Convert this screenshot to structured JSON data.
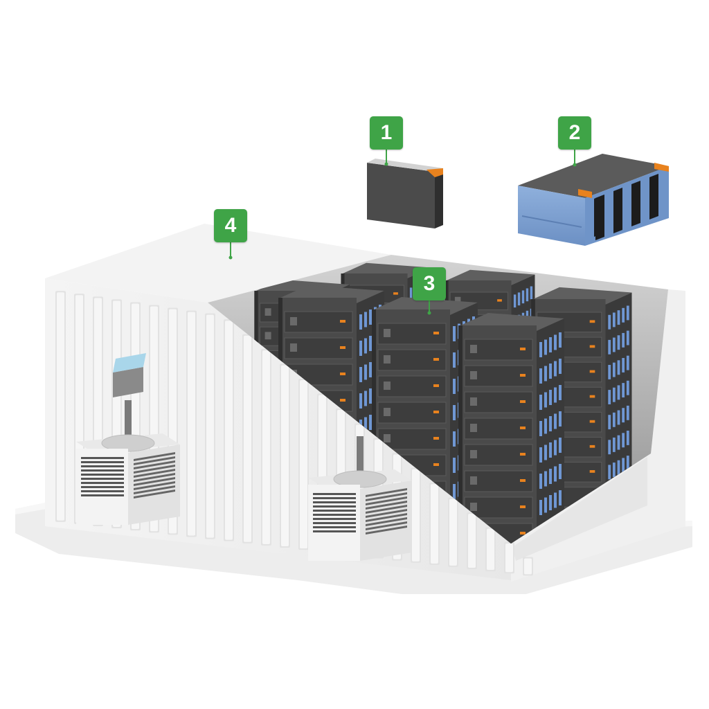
{
  "colors": {
    "callout": "#3fa447",
    "container": "#f1f1f1",
    "rack": "#4a4a4a",
    "drive_accent": "#6f97d4",
    "orange_accent": "#e8821e",
    "module_side": "#6e93c6"
  },
  "callouts": [
    {
      "id": "1",
      "label": "1",
      "target": "battery-cell"
    },
    {
      "id": "2",
      "label": "2",
      "target": "battery-module"
    },
    {
      "id": "3",
      "label": "3",
      "target": "battery-rack"
    },
    {
      "id": "4",
      "label": "4",
      "target": "container-enclosure"
    }
  ],
  "parts": {
    "cell": "battery-cell-icon",
    "module": "battery-module-icon",
    "racks": "battery-rack-icon",
    "container": "container-enclosure-icon",
    "hvac": "hvac-unit-icon"
  }
}
